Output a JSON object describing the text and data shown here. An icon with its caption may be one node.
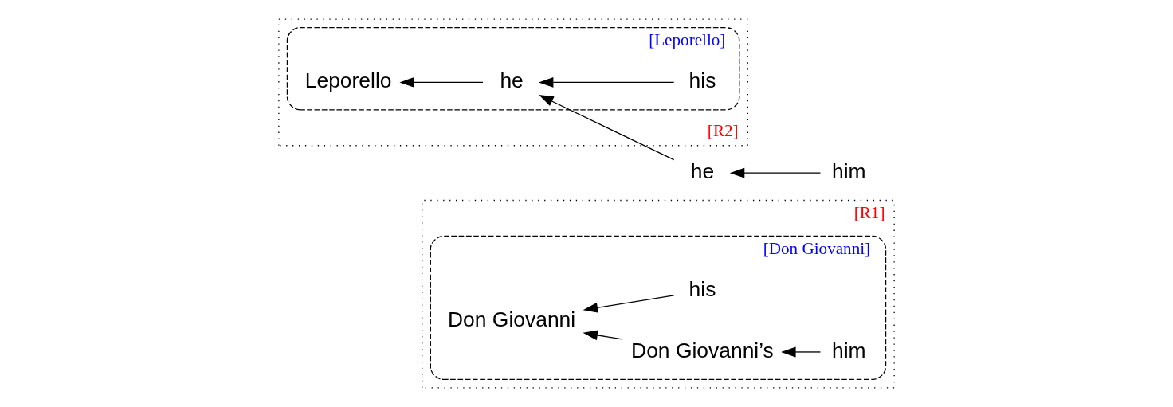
{
  "diagram": {
    "nodes": [
      {
        "text": [
          "[R1]"
        ]
      },
      {
        "text": [
          "[Don Giovanni]"
        ],
        "in": 0
      },
      {
        "text": [
          "Don Giovanni"
        ],
        "in": 1
      },
      {
        "text": [
          "his"
        ],
        "in": 1
      },
      {
        "text": [
          "he"
        ]
      },
      {
        "text": [
          "him"
        ]
      },
      {
        "text": [
          "Don Giovanni’s"
        ],
        "in": 1
      },
      {
        "text": [
          "him"
        ],
        "in": 1
      },
      {
        "text": [
          "[R2]"
        ]
      },
      {
        "text": [
          "[Leporello]"
        ],
        "in": 8
      },
      {
        "text": [
          "Leporello"
        ],
        "in": 9
      },
      {
        "text": [
          "he"
        ],
        "in": 9
      },
      {
        "text": [
          "his"
        ],
        "in": 9
      }
    ],
    "edges": [
      {
        "from": 6,
        "to": 2,
        "arrow": "to"
      },
      {
        "from": 3,
        "to": 2,
        "arrow": "to"
      },
      {
        "from": 5,
        "to": 4,
        "arrow": "to"
      },
      {
        "from": 7,
        "to": 6,
        "arrow": "to"
      },
      {
        "from": 4,
        "to": 11,
        "arrow": "to"
      },
      {
        "from": 11,
        "to": 10,
        "arrow": "to"
      },
      {
        "from": 12,
        "to": 11,
        "arrow": "to"
      }
    ]
  }
}
